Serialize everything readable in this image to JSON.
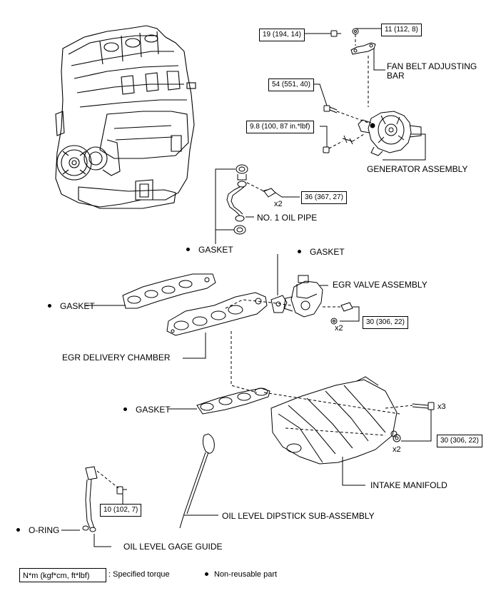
{
  "labels": {
    "fan_belt_adjusting_bar_1": "FAN BELT ADJUSTING",
    "fan_belt_adjusting_bar_2": "BAR",
    "generator_assembly": "GENERATOR ASSEMBLY",
    "no1_oil_pipe": "NO. 1 OIL PIPE",
    "gasket_oil_pipe": "GASKET",
    "gasket_egr_valve": "GASKET",
    "egr_valve_assembly": "EGR VALVE ASSEMBLY",
    "gasket_egr_chamber": "GASKET",
    "egr_delivery_chamber": "EGR DELIVERY CHAMBER",
    "gasket_intake": "GASKET",
    "intake_manifold": "INTAKE MANIFOLD",
    "oil_level_dipstick": "OIL LEVEL DIPSTICK SUB-ASSEMBLY",
    "o_ring": "O-RING",
    "oil_level_gage_guide": "OIL LEVEL GAGE GUIDE"
  },
  "torques": {
    "t_19": "19 (194, 14)",
    "t_11": "11 (112, 8)",
    "t_54": "54 (551, 40)",
    "t_9_8": "9.8 (100, 87 in.*lbf)",
    "t_36": "36 (367, 27)",
    "t_30_egr": "30 (306, 22)",
    "t_30_intake": "30 (306, 22)",
    "t_10": "10 (102, 7)"
  },
  "multipliers": {
    "x2_oil_pipe": "x2",
    "x2_egr": "x2",
    "x3_intake": "x3",
    "x2_intake": "x2"
  },
  "legend": {
    "torque_format": "N*m (kgf*cm, ft*lbf)",
    "torque_desc": ": Specified torque",
    "non_reusable": "Non-reusable part"
  }
}
